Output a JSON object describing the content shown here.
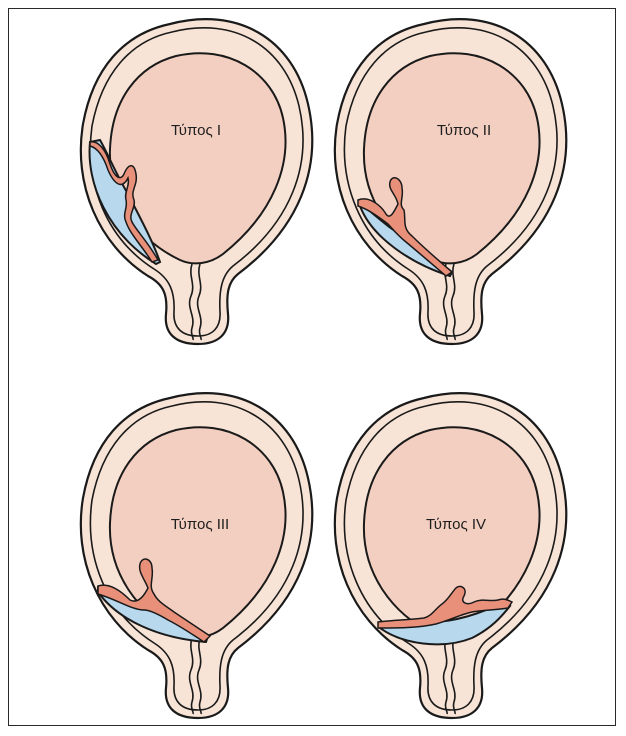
{
  "panels": [
    {
      "label": "Τύπος I"
    },
    {
      "label": "Τύπος II"
    },
    {
      "label": "Τύπος III"
    },
    {
      "label": "Τύπος IV"
    }
  ],
  "colors": {
    "outer_wall": "#f8e4d6",
    "cavity": "#f3cfc1",
    "fluid": "#b8d8ee",
    "placenta": "#e8907a",
    "outline": "#1a1a1a"
  }
}
